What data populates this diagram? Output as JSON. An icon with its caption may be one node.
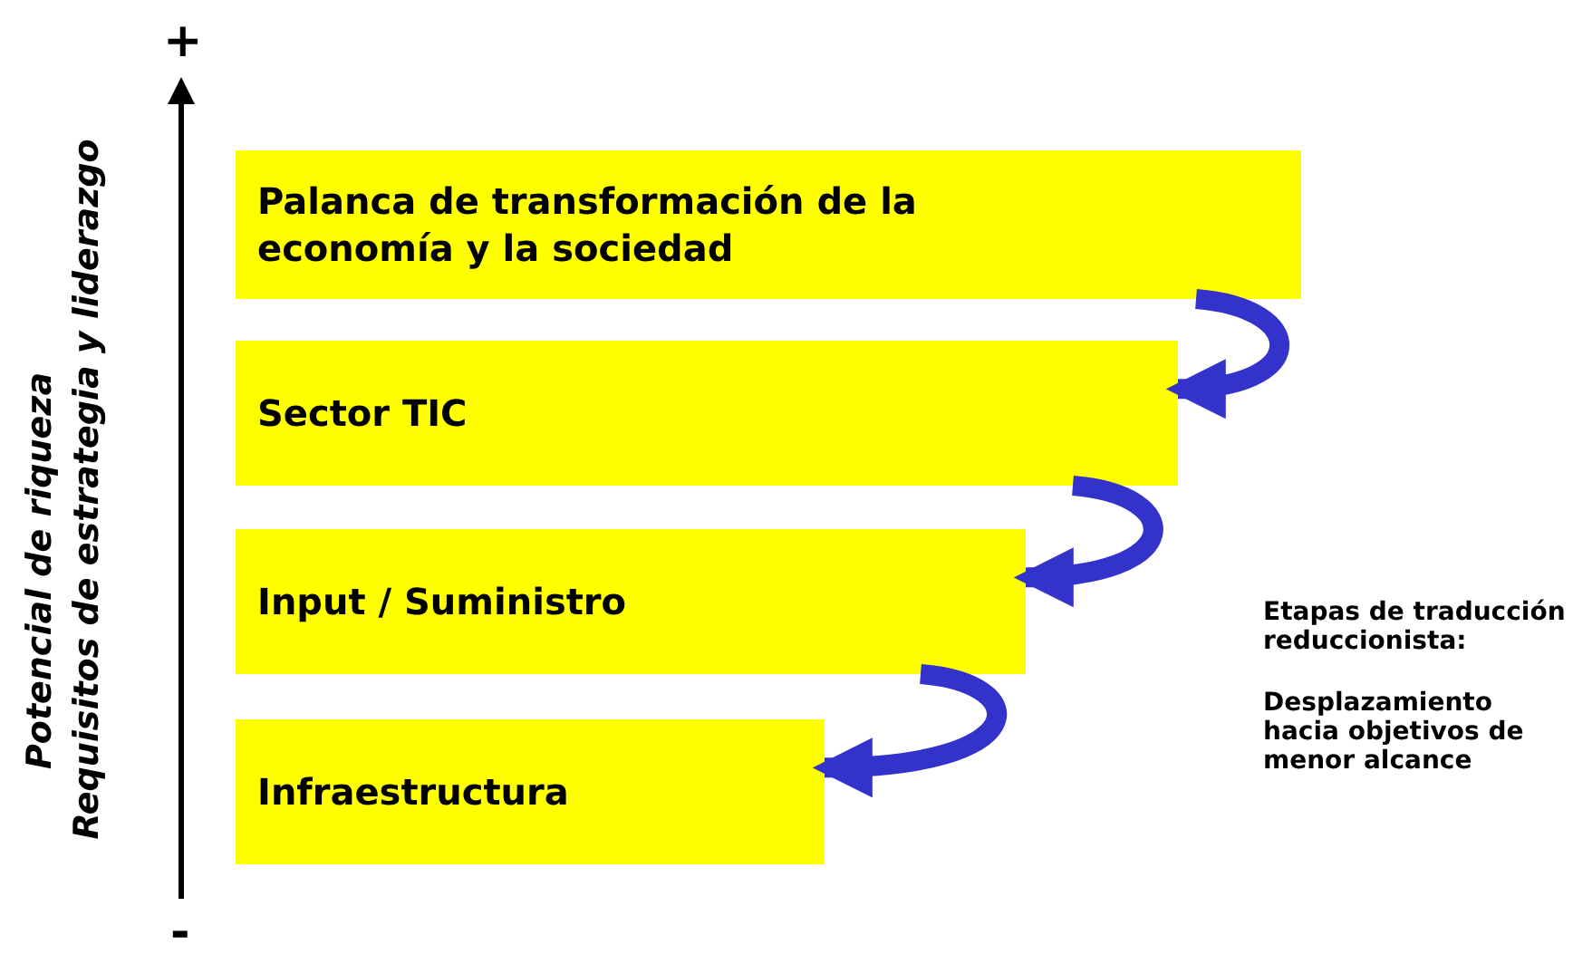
{
  "diagram": {
    "nodes": [
      {
        "text": [
          "Palanca de transformación de la economía y la sociedad"
        ]
      },
      {
        "text": [
          "Sector TIC"
        ]
      },
      {
        "text": [
          "Input / Suministro"
        ]
      },
      {
        "text": [
          "Infraestructura"
        ]
      }
    ],
    "edges": [
      {
        "from": 0,
        "to": 1,
        "arrow": "to"
      },
      {
        "from": 1,
        "to": 2,
        "arrow": "to"
      },
      {
        "from": 2,
        "to": 3,
        "arrow": "to"
      }
    ],
    "labels": [
      "+",
      "Potencial de riqueza",
      "Requisitos de estrategia y liderazgo",
      "Etapas de traducción reduccionista:",
      "Desplazamiento hacia objetivos de menor alcance",
      "-"
    ]
  }
}
